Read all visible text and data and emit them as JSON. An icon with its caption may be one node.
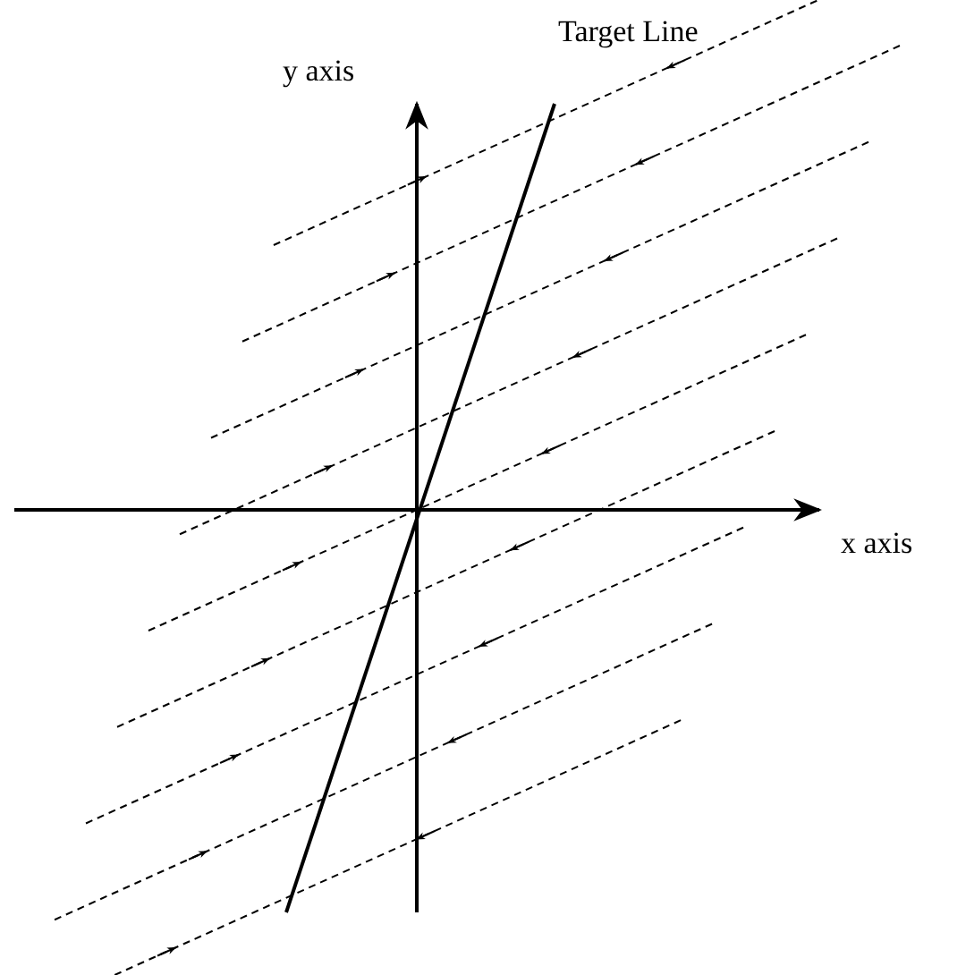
{
  "diagram": {
    "labels": [
      "Target Line",
      "y axis",
      "x axis"
    ]
  }
}
